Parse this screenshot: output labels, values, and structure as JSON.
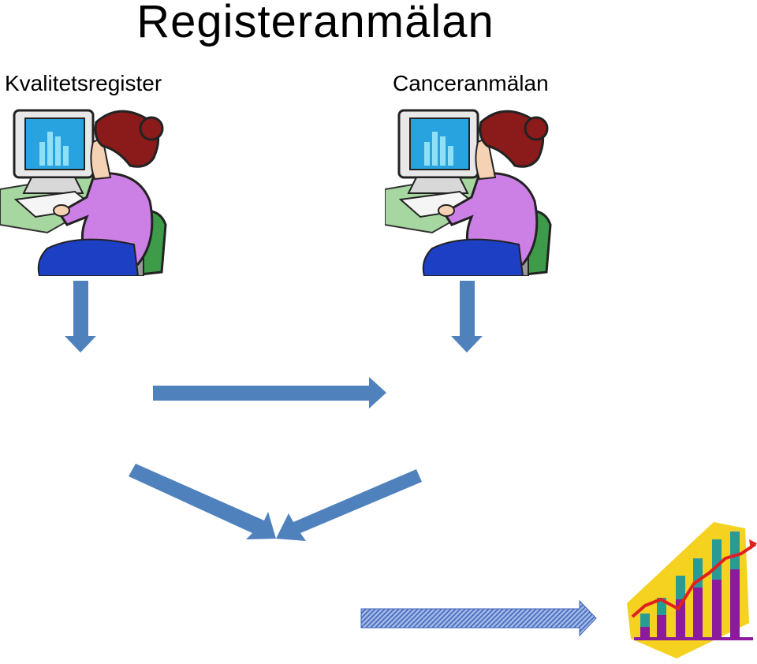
{
  "title": "Registeranmälan",
  "left_label": "Kvalitetsregister",
  "right_label": "Canceranmälan",
  "colors": {
    "arrow": "#4f81bd",
    "dotted_arrow": "#5b7fc4",
    "monitor_screen": "#29a3df",
    "shirt": "#cc80e6",
    "hair": "#8b1a1a",
    "chair": "#3e9b4a",
    "pants": "#1c3fc4",
    "desk": "#a7d7a0",
    "chart_bg": "#f4d21f",
    "chart_bar_purple": "#8b1a9c",
    "chart_bar_teal": "#2a9a95",
    "chart_line": "#e02020"
  },
  "icons": {
    "left_figure": "woman-at-computer-icon",
    "right_figure": "woman-at-computer-icon",
    "chart": "statistics-chart-icon"
  }
}
